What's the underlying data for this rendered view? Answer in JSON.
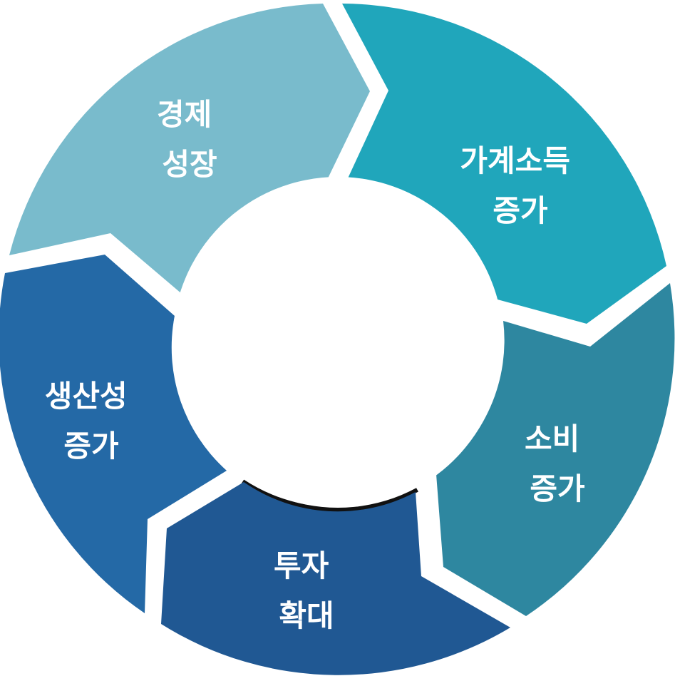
{
  "diagram": {
    "segments": [
      {
        "id": "economic-growth",
        "lines": [
          "경제",
          "성장"
        ],
        "color": "#79BBCC"
      },
      {
        "id": "household-income",
        "lines": [
          "가계소득",
          "증가"
        ],
        "color": "#20A6BB"
      },
      {
        "id": "consumption",
        "lines": [
          "소비",
          "증가"
        ],
        "color": "#2E87A0"
      },
      {
        "id": "investment",
        "lines": [
          "투자",
          "확대"
        ],
        "color": "#205893"
      },
      {
        "id": "productivity",
        "lines": [
          "생산성",
          "증가"
        ],
        "color": "#2469A6"
      }
    ]
  }
}
